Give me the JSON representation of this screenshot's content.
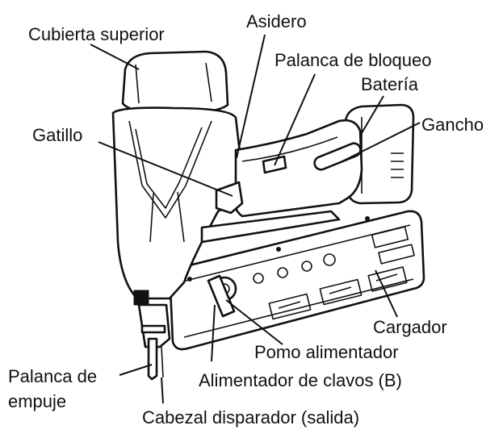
{
  "diagram": {
    "labels": {
      "cubierta_superior": "Cubierta superior",
      "asidero": "Asidero",
      "palanca_bloqueo": "Palanca de bloqueo",
      "bateria": "Batería",
      "gancho": "Gancho",
      "gatillo": "Gatillo",
      "cargador": "Cargador",
      "pomo_alimentador": "Pomo alimentador",
      "alimentador_clavos": "Alimentador de clavos (B)",
      "palanca_empuje_1": "Palanca de",
      "palanca_empuje_2": "empuje",
      "cabezal_disparador": "Cabezal disparador (salida)"
    }
  }
}
